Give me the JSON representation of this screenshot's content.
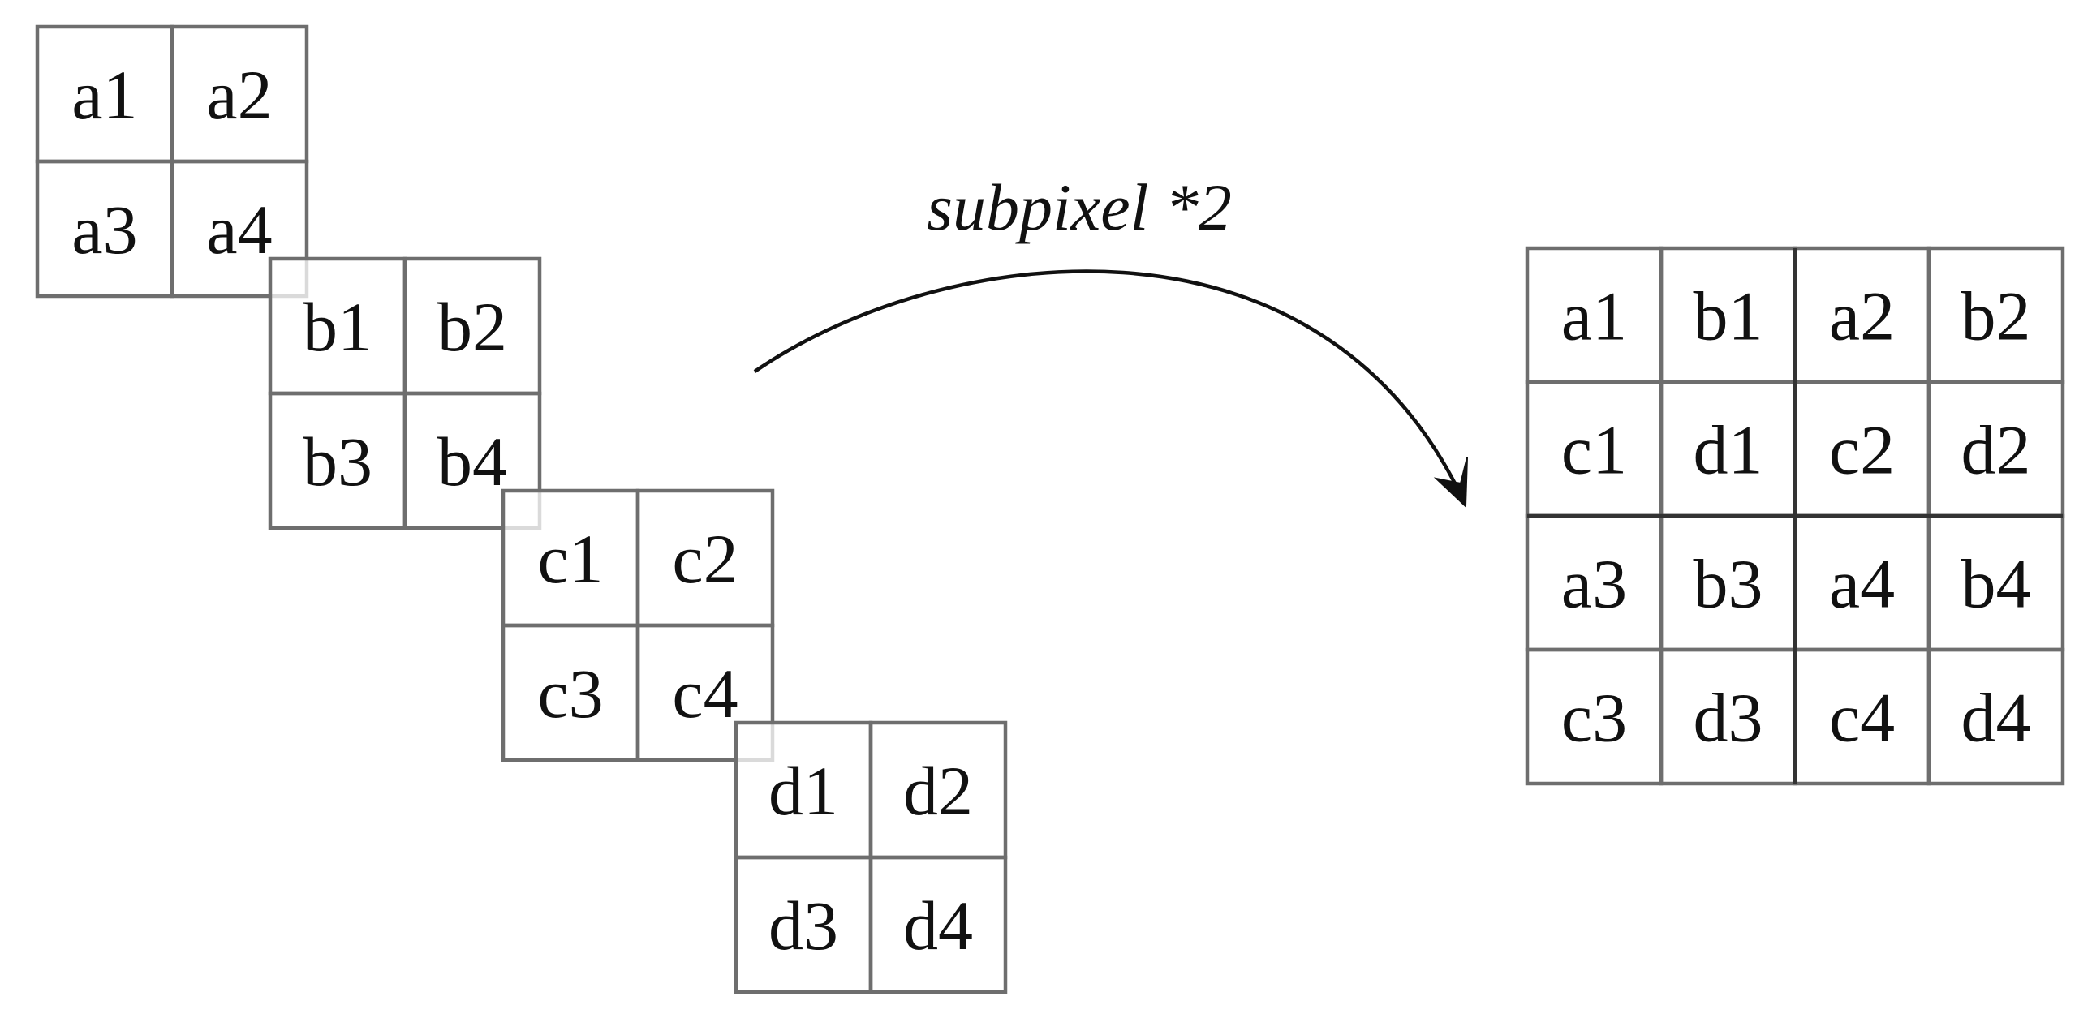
{
  "input_blocks": [
    {
      "name": "a",
      "cells": [
        "a1",
        "a2",
        "a3",
        "a4"
      ]
    },
    {
      "name": "b",
      "cells": [
        "b1",
        "b2",
        "b3",
        "b4"
      ]
    },
    {
      "name": "c",
      "cells": [
        "c1",
        "c2",
        "c3",
        "c4"
      ]
    },
    {
      "name": "d",
      "cells": [
        "d1",
        "d2",
        "d3",
        "d4"
      ]
    }
  ],
  "arrow": {
    "label": "subpixel *2"
  },
  "output_grid": {
    "rows": [
      [
        "a1",
        "b1",
        "a2",
        "b2"
      ],
      [
        "c1",
        "d1",
        "c2",
        "d2"
      ],
      [
        "a3",
        "b3",
        "a4",
        "b4"
      ],
      [
        "c3",
        "d3",
        "c4",
        "d4"
      ]
    ]
  }
}
